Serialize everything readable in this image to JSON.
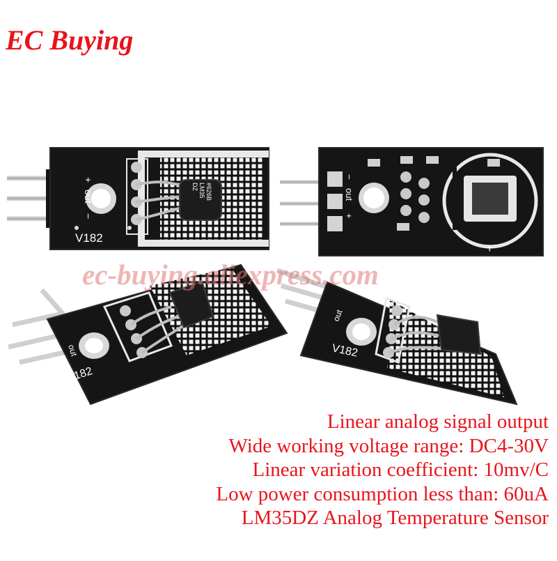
{
  "brand": {
    "name": "EC Buying",
    "color": "#e8141c"
  },
  "watermark": {
    "text": "ec-buying.aliexpress.com"
  },
  "product": {
    "board_label": "V182",
    "pin_labels": [
      "+",
      "out",
      "−"
    ],
    "chip_marking": [
      "#626B",
      "LM35",
      "DZ"
    ]
  },
  "features": {
    "color": "#e8141c",
    "lines": [
      "Linear analog signal output",
      "Wide working voltage range: DC4-30V",
      "Linear variation coefficient: 10mv/C",
      "Low power consumption less than: 60uA",
      "LM35DZ Analog Temperature Sensor"
    ]
  }
}
